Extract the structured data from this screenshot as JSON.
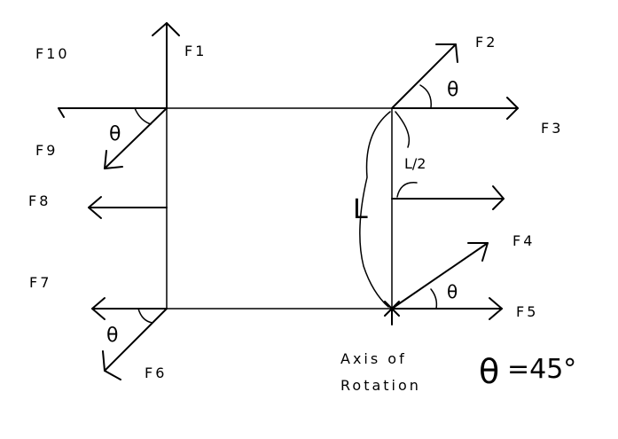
{
  "forces": {
    "f1": "F1",
    "f2": "F2",
    "f3": "F3",
    "f4": "F4",
    "f5": "F5",
    "f6": "F6",
    "f7": "F7",
    "f8": "F8",
    "f9": "F9",
    "f10": "F10"
  },
  "length_label": "L",
  "half_length_label": "L/2",
  "axis_label_line1": "Axis of",
  "axis_label_line2": "Rotation",
  "angle_symbol": "θ",
  "angle_value": "=45°"
}
